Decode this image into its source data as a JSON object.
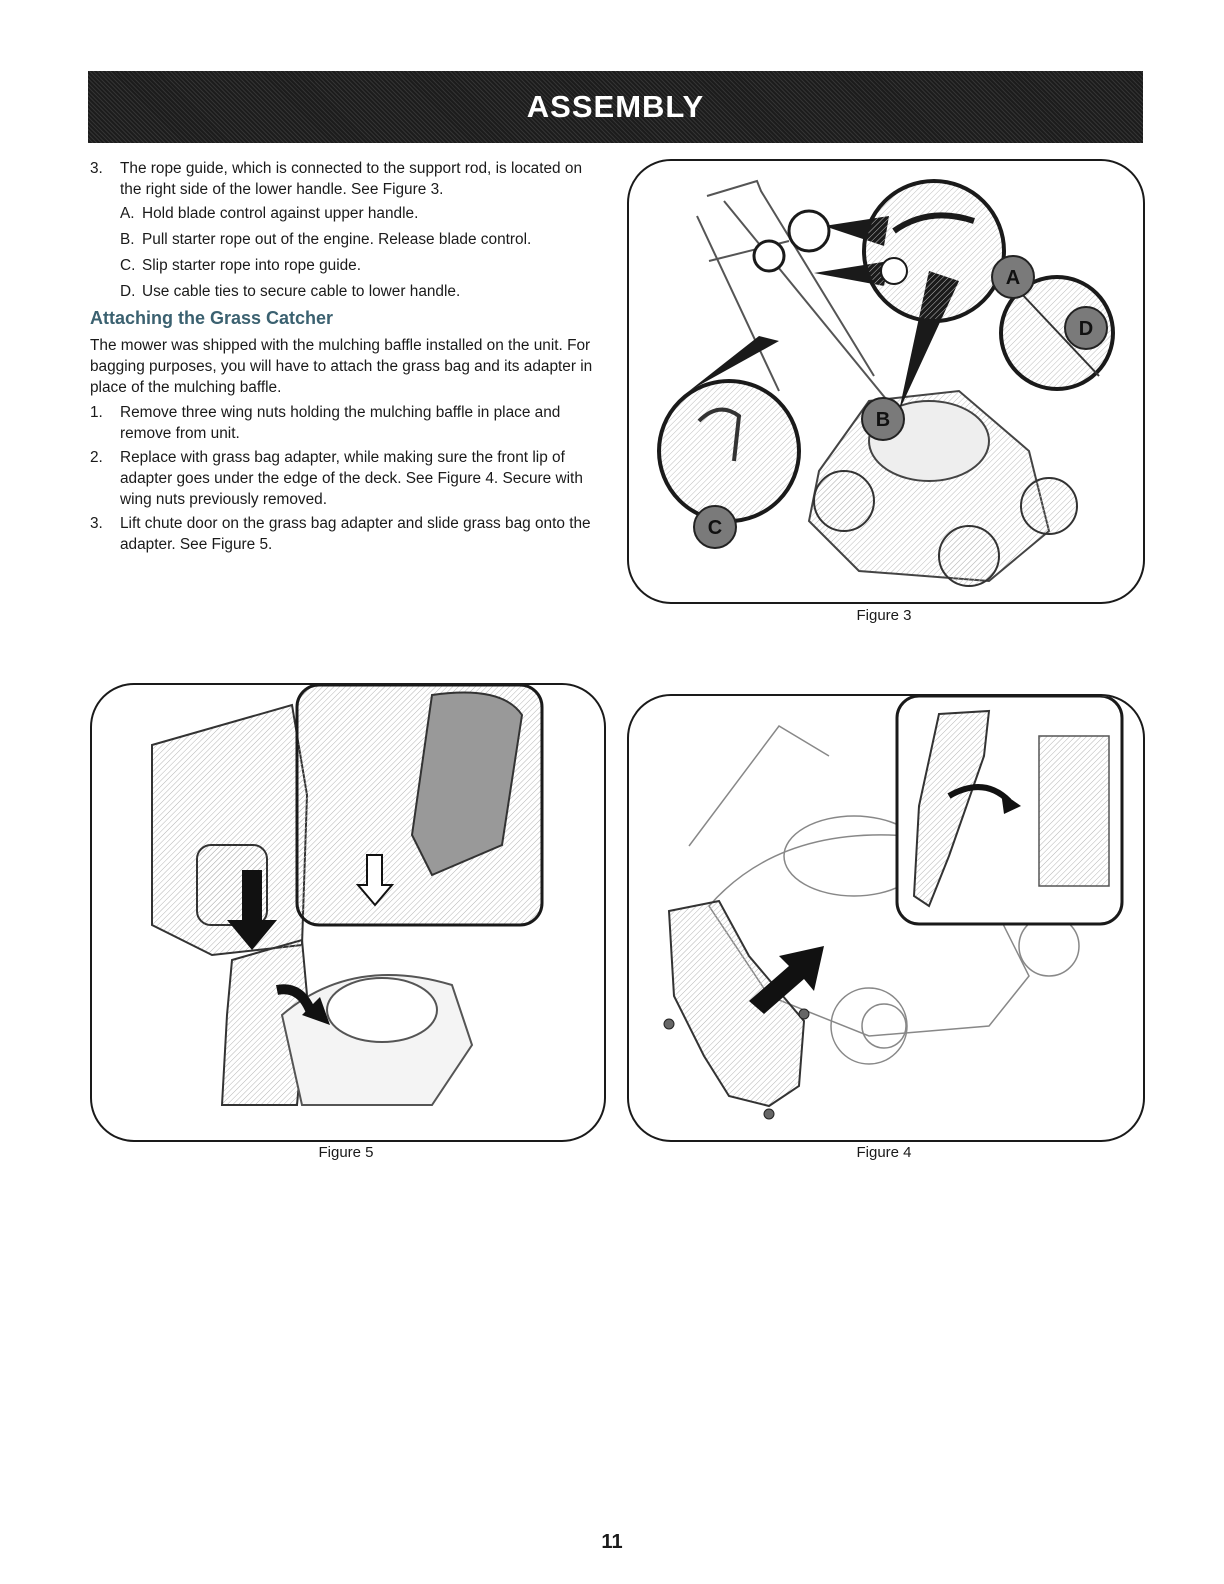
{
  "header": {
    "title": "ASSEMBLY"
  },
  "step3": {
    "number": "3.",
    "text": "The rope guide, which is connected to the support rod, is located on the right side of the lower handle. See Figure 3.",
    "substeps": [
      {
        "letter": "A.",
        "text": "Hold blade control against upper handle."
      },
      {
        "letter": "B.",
        "text": "Pull starter rope out of the engine. Release blade control."
      },
      {
        "letter": "C.",
        "text": "Slip starter rope into rope guide."
      },
      {
        "letter": "D.",
        "text": "Use cable ties to secure cable to lower handle."
      }
    ]
  },
  "grass_catcher": {
    "heading": "Attaching the Grass Catcher",
    "intro": "The mower was shipped with the mulching baffle installed on the unit. For bagging purposes, you will have to attach the grass bag and its adapter in place of the mulching baffle.",
    "steps": [
      {
        "number": "1.",
        "text": "Remove three wing nuts holding the mulching baffle in place and remove from unit."
      },
      {
        "number": "2.",
        "text": "Replace with grass bag adapter, while making sure the front lip of adapter goes under the edge of the deck. See Figure 4. Secure with wing nuts previously removed."
      },
      {
        "number": "3.",
        "text": "Lift chute door on the grass bag adapter and slide grass bag onto the adapter. See Figure 5."
      }
    ]
  },
  "figures": {
    "fig3": {
      "caption": "Figure 3",
      "callouts": [
        "A",
        "B",
        "C",
        "D"
      ]
    },
    "fig4": {
      "caption": "Figure 4"
    },
    "fig5": {
      "caption": "Figure 5"
    }
  },
  "page_number": "11",
  "colors": {
    "header_bg": "#1c1c1c",
    "heading": "#3b6170",
    "callout_fill": "#7a7a7a"
  }
}
